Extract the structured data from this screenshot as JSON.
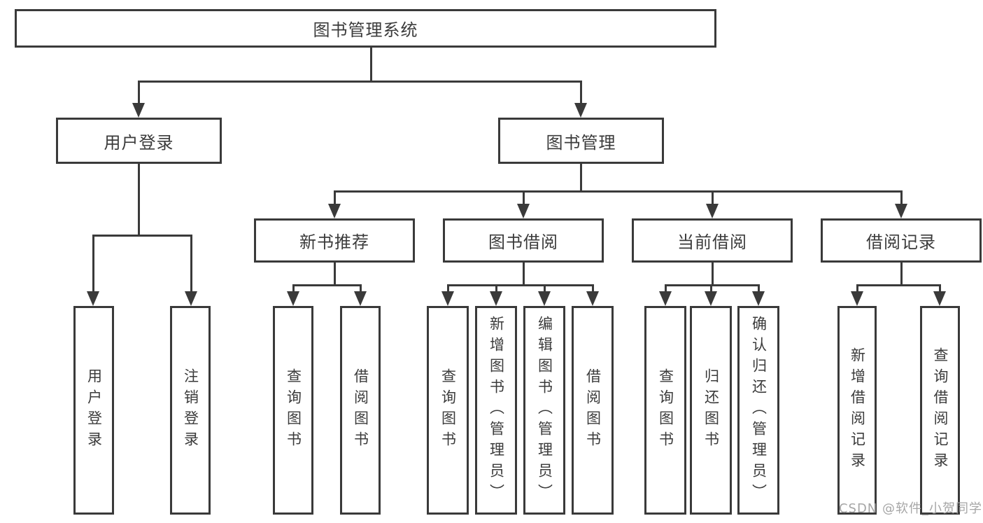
{
  "tree": {
    "label": "图书管理系统",
    "children": [
      {
        "label": "用户登录",
        "children": [
          {
            "label": "用户登录"
          },
          {
            "label": "注销登录"
          }
        ]
      },
      {
        "label": "图书管理",
        "children": [
          {
            "label": "新书推荐",
            "children": [
              {
                "label": "查询图书"
              },
              {
                "label": "借阅图书"
              }
            ]
          },
          {
            "label": "图书借阅",
            "children": [
              {
                "label": "查询图书"
              },
              {
                "label": "新增图书（管理员）"
              },
              {
                "label": "编辑图书（管理员）"
              },
              {
                "label": "借阅图书"
              }
            ]
          },
          {
            "label": "当前借阅",
            "children": [
              {
                "label": "查询图书"
              },
              {
                "label": "归还图书"
              },
              {
                "label": "确认归还（管理员）"
              }
            ]
          },
          {
            "label": "借阅记录",
            "children": [
              {
                "label": "新增借阅记录"
              },
              {
                "label": "查询借阅记录"
              }
            ]
          }
        ]
      }
    ]
  },
  "watermark": {
    "text": "CSDN @软件_小贺同学"
  },
  "colors": {
    "line": "#3a3a3a",
    "text": "#3b3b3b",
    "watermark": "#a6a6a6"
  }
}
